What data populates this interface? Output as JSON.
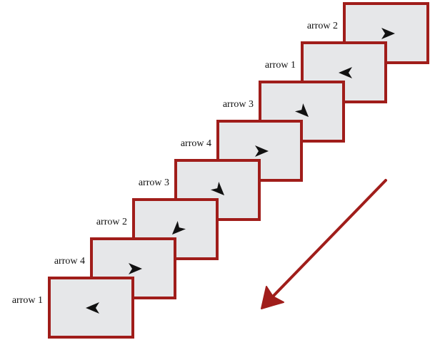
{
  "frames": [
    {
      "label": "arrow 2",
      "direction": "right"
    },
    {
      "label": "arrow 1",
      "direction": "left"
    },
    {
      "label": "arrow 3",
      "direction": "down-right"
    },
    {
      "label": "arrow 4",
      "direction": "right"
    },
    {
      "label": "arrow 3",
      "direction": "down-right"
    },
    {
      "label": "arrow 2",
      "direction": "down-left"
    },
    {
      "label": "arrow 4",
      "direction": "right"
    },
    {
      "label": "arrow 1",
      "direction": "left"
    }
  ],
  "colors": {
    "frame_border": "#a01d1a",
    "frame_fill": "#e6e7e9",
    "arrowhead": "#111111",
    "flow_arrow": "#a01d1a"
  },
  "icons": {
    "frame_glyph": "arrowhead-icon",
    "sequence_direction": "flow-arrow-icon"
  }
}
